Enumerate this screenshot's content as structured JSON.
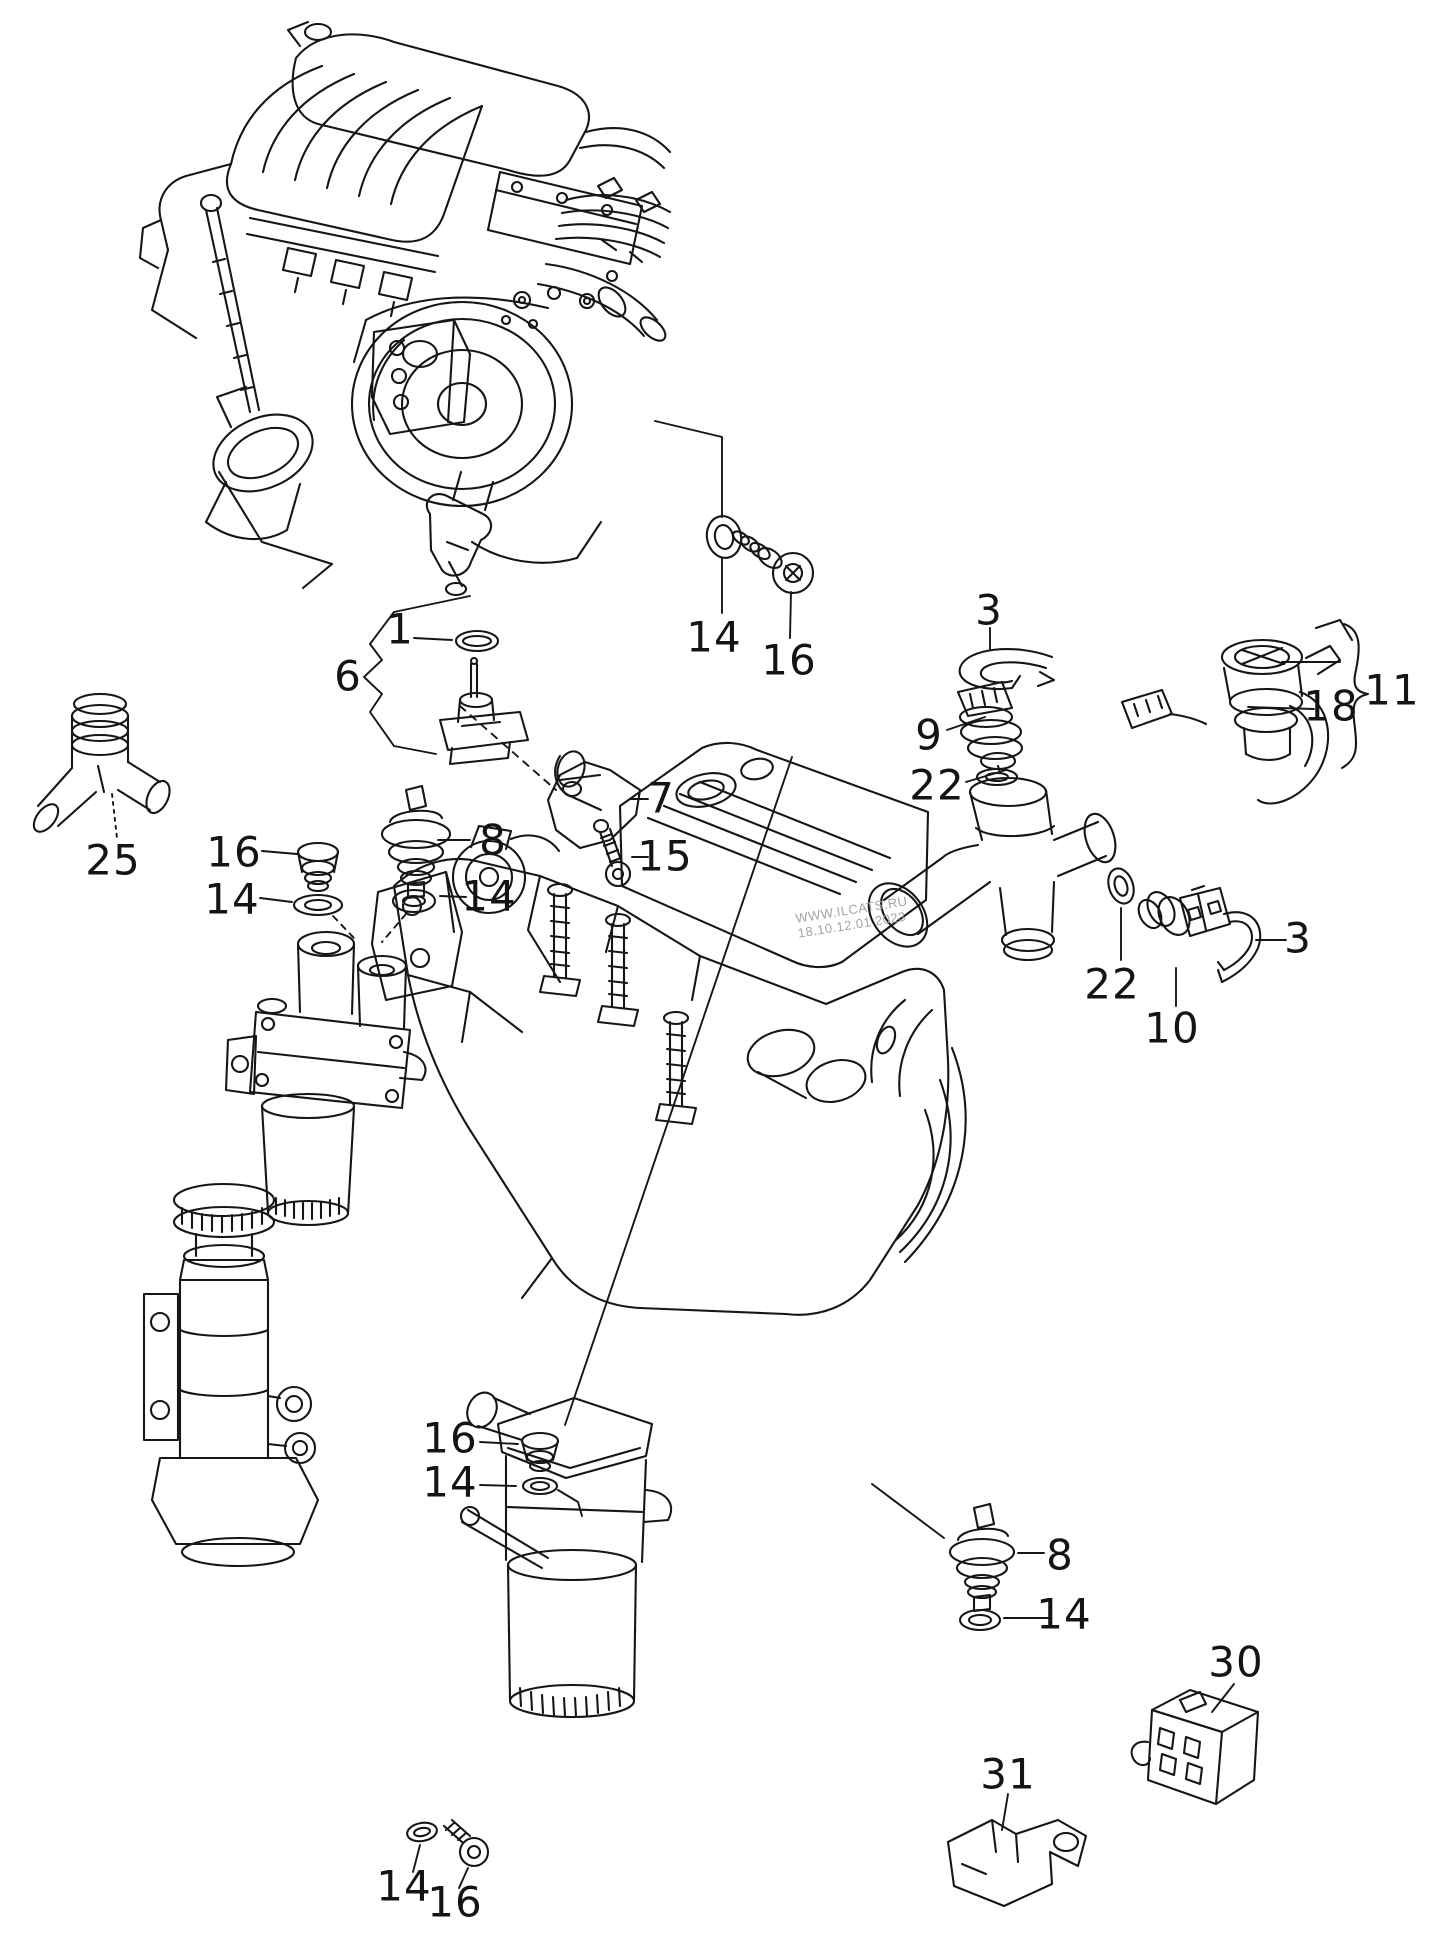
{
  "diagram": {
    "watermark": {
      "line1": "WWW.ILCATS.RU",
      "line2": "18.10.12.01.2023"
    },
    "callouts": [
      {
        "label": "1"
      },
      {
        "label": "6"
      },
      {
        "label": "14"
      },
      {
        "label": "16"
      },
      {
        "label": "3"
      },
      {
        "label": "9"
      },
      {
        "label": "22"
      },
      {
        "label": "18"
      },
      {
        "label": "11"
      },
      {
        "label": "25"
      },
      {
        "label": "16"
      },
      {
        "label": "14"
      },
      {
        "label": "8"
      },
      {
        "label": "14"
      },
      {
        "label": "7"
      },
      {
        "label": "15"
      },
      {
        "label": "22"
      },
      {
        "label": "10"
      },
      {
        "label": "3"
      },
      {
        "label": "16"
      },
      {
        "label": "14"
      },
      {
        "label": "8"
      },
      {
        "label": "14"
      },
      {
        "label": "30"
      },
      {
        "label": "31"
      },
      {
        "label": "14"
      },
      {
        "label": "16"
      }
    ]
  }
}
